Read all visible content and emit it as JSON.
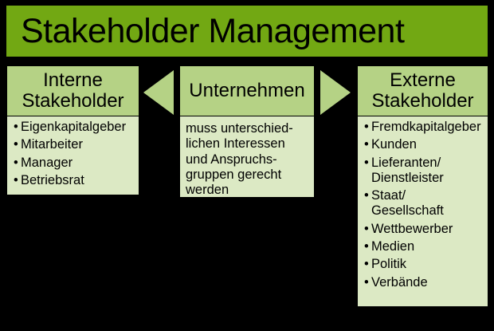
{
  "title": {
    "text": "Stakeholder Management"
  },
  "colors": {
    "banner_green": "#72A813",
    "header_green": "#B5D285",
    "body_green": "#DCE9C4",
    "background": "#000000",
    "text": "#000000"
  },
  "left_panel": {
    "header": "Interne\nStakeholder",
    "items": [
      "Eigenkapitalgeber",
      "Mitarbeiter",
      "Manager",
      "Betriebsrat"
    ]
  },
  "center_panel": {
    "header": "Unternehmen",
    "body": "muss unterschied-\nlichen Interessen\nund Anspruchs-\ngruppen gerecht\nwerden"
  },
  "right_panel": {
    "header": "Externe\nStakeholder",
    "items": [
      "Fremdkapitalgeber",
      "Kunden",
      "Lieferanten/\nDienstleister",
      "Staat/\nGesellschaft",
      "Wettbewerber",
      "Medien",
      "Politik",
      "Verbände"
    ]
  },
  "arrows": {
    "left_arrow": "arrow-left-icon",
    "right_arrow": "arrow-right-icon"
  },
  "bullet_glyph": "•"
}
